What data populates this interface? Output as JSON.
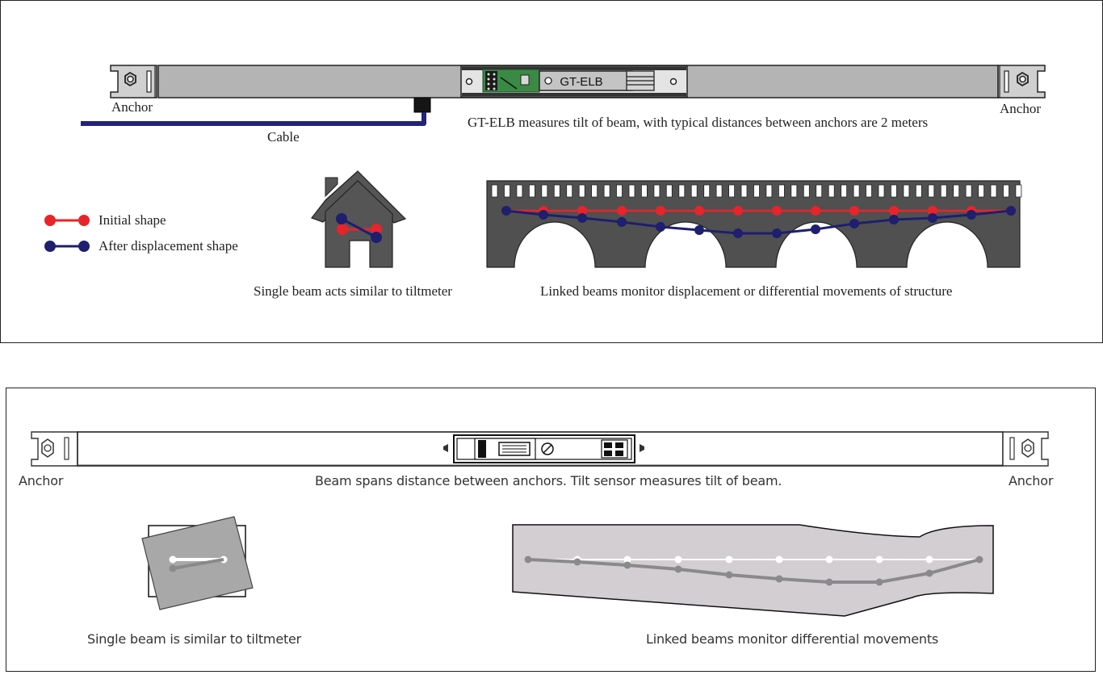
{
  "top_diagram": {
    "anchor_left": "Anchor",
    "anchor_right": "Anchor",
    "cable_label": "Cable",
    "sensor_label": "GT-ELB",
    "caption_beam": "GT-ELB measures tilt of beam, with typical distances between anchors are 2 meters",
    "legend": [
      {
        "label": "Initial shape",
        "color": "#e8242a"
      },
      {
        "label": "After displacement shape",
        "color": "#1e1f6e"
      }
    ],
    "caption_single": "Single beam acts similar to tiltmeter",
    "caption_linked": "Linked beams monitor displacement or differential movements of structure",
    "colors": {
      "beam": "#b4b4b4",
      "structure": "#505050",
      "cable": "#23237a",
      "board": "#3a8a45"
    }
  },
  "bottom_diagram": {
    "anchor_left": "Anchor",
    "anchor_right": "Anchor",
    "caption_beam": "Beam spans distance between anchors. Tilt sensor measures tilt of beam.",
    "caption_single": "Single beam is similar to tiltmeter",
    "caption_linked": "Linked beams monitor differential movements",
    "colors": {
      "block": "#a8a8a8",
      "strip": "#d2ced2",
      "initial_line": "#ffffff",
      "displaced_line": "#8a8a8a"
    }
  }
}
